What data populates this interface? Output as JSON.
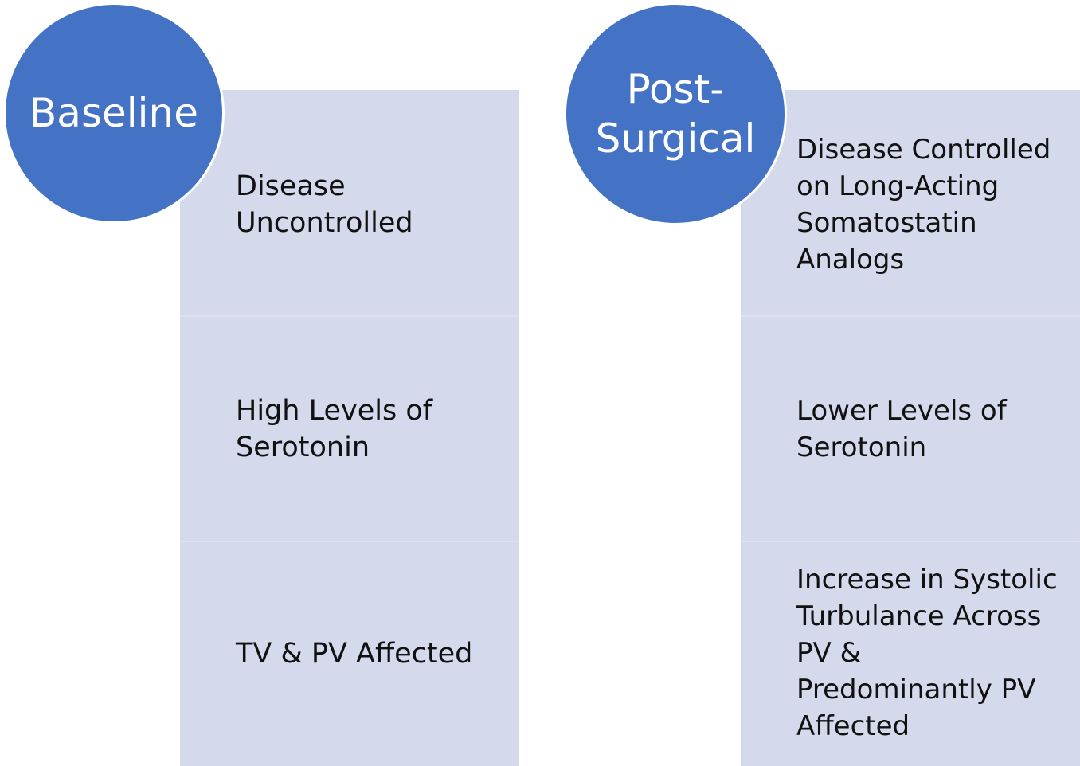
{
  "columns": [
    {
      "title": "Baseline",
      "items": [
        "Disease\nUncontrolled",
        "High Levels of\nSerotonin",
        "TV & PV Affected"
      ]
    },
    {
      "title": "Post-\nSurgical",
      "items": [
        "Disease Controlled\non Long-Acting\nSomatostatin\nAnalogs",
        "Lower Levels of\nSerotonin",
        "Increase in Systolic\nTurbulance Across\nPV &\nPredominantly PV\nAffected"
      ]
    }
  ],
  "colors": {
    "circle": "#4472c4",
    "panel": "#d4d9ec",
    "text": "#111111",
    "circle_text": "#ffffff"
  }
}
